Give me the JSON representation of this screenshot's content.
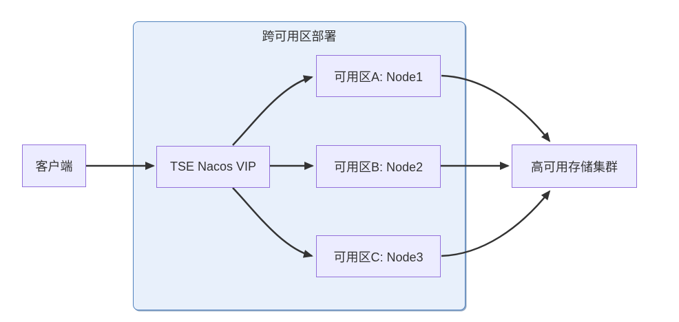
{
  "diagram": {
    "type": "flowchart",
    "container": {
      "title": "跨可用区部署"
    },
    "nodes": {
      "client": {
        "label": "客户端"
      },
      "vip": {
        "label": "TSE Nacos VIP"
      },
      "zone_a": {
        "label": "可用区A: Node1"
      },
      "zone_b": {
        "label": "可用区B: Node2"
      },
      "zone_c": {
        "label": "可用区C: Node3"
      },
      "storage": {
        "label": "高可用存储集群"
      }
    },
    "edges": [
      {
        "from": "客户端",
        "to": "TSE Nacos VIP"
      },
      {
        "from": "TSE Nacos VIP",
        "to": "可用区A: Node1"
      },
      {
        "from": "TSE Nacos VIP",
        "to": "可用区B: Node2"
      },
      {
        "from": "TSE Nacos VIP",
        "to": "可用区C: Node3"
      },
      {
        "from": "可用区A: Node1",
        "to": "高可用存储集群"
      },
      {
        "from": "可用区B: Node2",
        "to": "高可用存储集群"
      },
      {
        "from": "可用区C: Node3",
        "to": "高可用存储集群"
      }
    ],
    "colors": {
      "node_fill": "#ECECFF",
      "node_border": "#9370DB",
      "container_fill": "#E8F0FB",
      "container_border": "#4F81BD",
      "edge": "#333333",
      "text": "#333333",
      "background": "#FFFFFF"
    }
  }
}
